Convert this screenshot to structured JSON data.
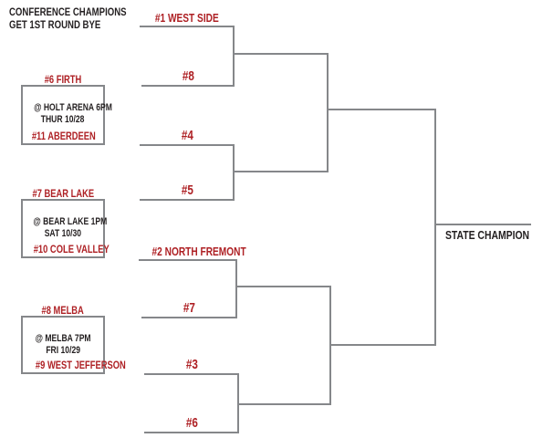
{
  "header": {
    "line1": "CONFERENCE CHAMPIONS",
    "line2": "GET 1ST ROUND BYE"
  },
  "colors": {
    "accent_red": "#AE2024",
    "line_gray": "#85878A",
    "text_black": "#231F20"
  },
  "play_in_games": [
    {
      "top_seed": "#6 FIRTH",
      "venue": "@ HOLT ARENA 6PM",
      "datetime": "THUR 10/28",
      "bottom_seed": "#11 ABERDEEN"
    },
    {
      "top_seed": "#7 BEAR LAKE",
      "venue": "@ BEAR LAKE 1PM",
      "datetime": "SAT 10/30",
      "bottom_seed": "#10 COLE VALLEY"
    },
    {
      "top_seed": "#8 MELBA",
      "venue": "@ MELBA 7PM",
      "datetime": "FRI 10/29",
      "bottom_seed": "#9 WEST JEFFERSON"
    }
  ],
  "quarterfinal_slots": [
    {
      "label": "#1 WEST SIDE"
    },
    {
      "label": "#8"
    },
    {
      "label": "#4"
    },
    {
      "label": "#5"
    },
    {
      "label": "#2 NORTH FREMONT"
    },
    {
      "label": "#7"
    },
    {
      "label": "#3"
    },
    {
      "label": "#6"
    }
  ],
  "final": {
    "champion_label": "STATE CHAMPION"
  }
}
